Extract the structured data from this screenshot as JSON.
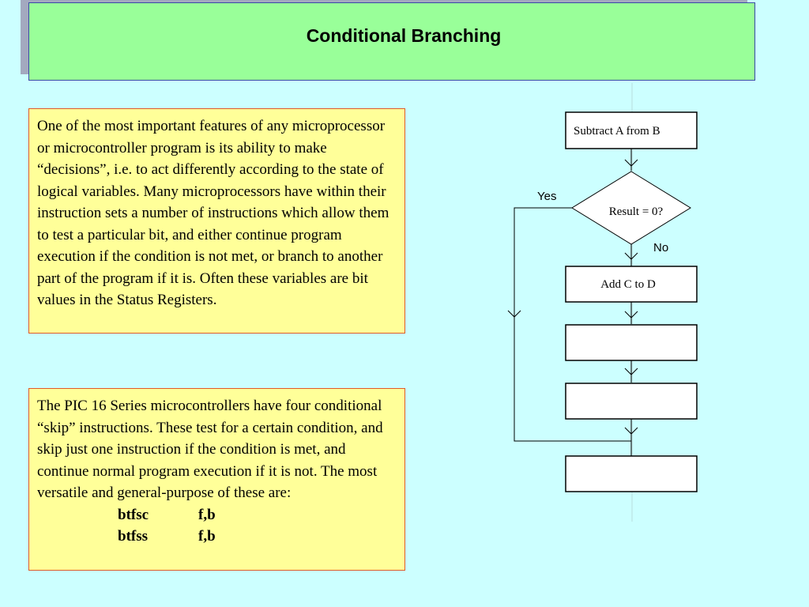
{
  "title": "Conditional Branching",
  "paragraph1": "One of the most important features of any microprocessor or microcontroller program is its ability to make “decisions”, i.e. to act differently according to the state of logical variables. Many microprocessors have within their instruction sets a number of instructions which allow them to test a particular bit, and either continue program execution if the condition is not met, or branch to another part of the program if it is. Often these variables are bit values in the Status Registers.",
  "paragraph2": "The PIC 16 Series microcontrollers have four conditional “skip” instructions. These test for a certain condition, and skip just one instruction if the condition is met, and continue normal program execution if it is not. The most versatile and general-purpose of these are:",
  "instructions": [
    {
      "op": "btfsc",
      "args": "f,b"
    },
    {
      "op": "btfss",
      "args": "f,b"
    }
  ],
  "flowchart": {
    "step1": "Subtract A from B",
    "decision": "Result = 0?",
    "yes_label": "Yes",
    "no_label": "No",
    "step2": "Add C to D",
    "step3": "",
    "step4": "",
    "step5": ""
  },
  "colors": {
    "background": "#ccffff",
    "title_fill": "#99ff99",
    "text_box_fill": "#ffff99",
    "text_box_border": "#e05a2a"
  }
}
